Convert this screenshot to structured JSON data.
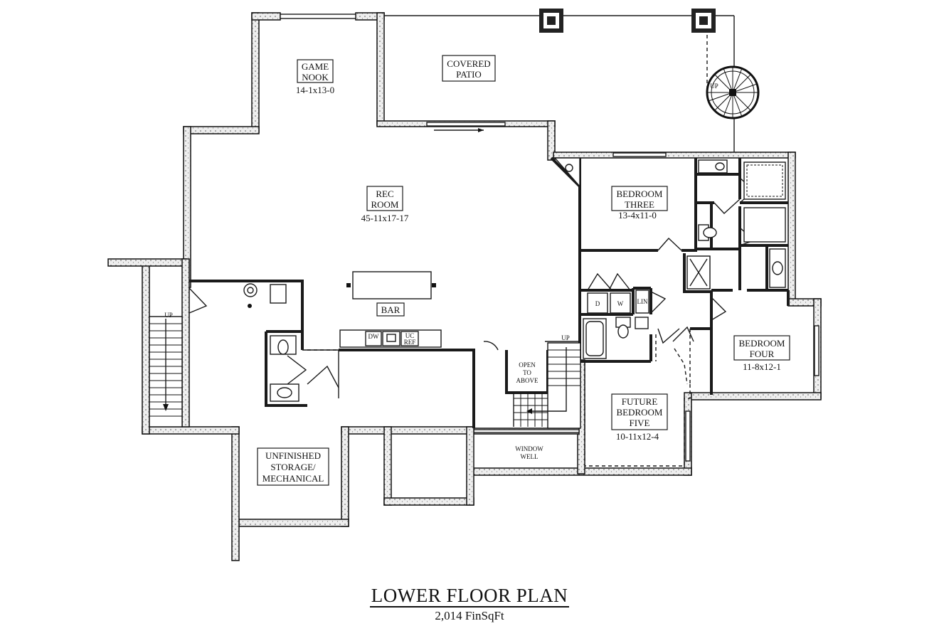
{
  "plan": {
    "title": "LOWER FLOOR PLAN",
    "subtitle": "2,014 FinSqFt"
  },
  "rooms": {
    "game_nook": {
      "line1": "GAME",
      "line2": "NOOK",
      "dims": "14-1x13-0"
    },
    "covered_patio": {
      "line1": "COVERED",
      "line2": "PATIO"
    },
    "rec_room": {
      "line1": "REC",
      "line2": "ROOM",
      "dims": "45-11x17-17"
    },
    "bar": {
      "label": "BAR"
    },
    "bedroom_three": {
      "line1": "BEDROOM",
      "line2": "THREE",
      "dims": "13-4x11-0"
    },
    "bedroom_four": {
      "line1": "BEDROOM",
      "line2": "FOUR",
      "dims": "11-8x12-1"
    },
    "future_bedroom_five": {
      "line1": "FUTURE",
      "line2": "BEDROOM",
      "line3": "FIVE",
      "dims": "10-11x12-4"
    },
    "unfinished": {
      "line1": "UNFINISHED",
      "line2": "STORAGE/",
      "line3": "MECHANICAL"
    },
    "open_above": {
      "line1": "OPEN",
      "line2": "TO",
      "line3": "ABOVE"
    },
    "window_well": {
      "line1": "WINDOW",
      "line2": "WELL"
    }
  },
  "fixtures": {
    "dw": "DW",
    "uc": "UC",
    "ref": "REF",
    "dryer": "D",
    "washer": "W",
    "linen": "LIN"
  },
  "stairs": {
    "left_up": "UP",
    "center_up": "UP",
    "spiral_up": "UP"
  }
}
